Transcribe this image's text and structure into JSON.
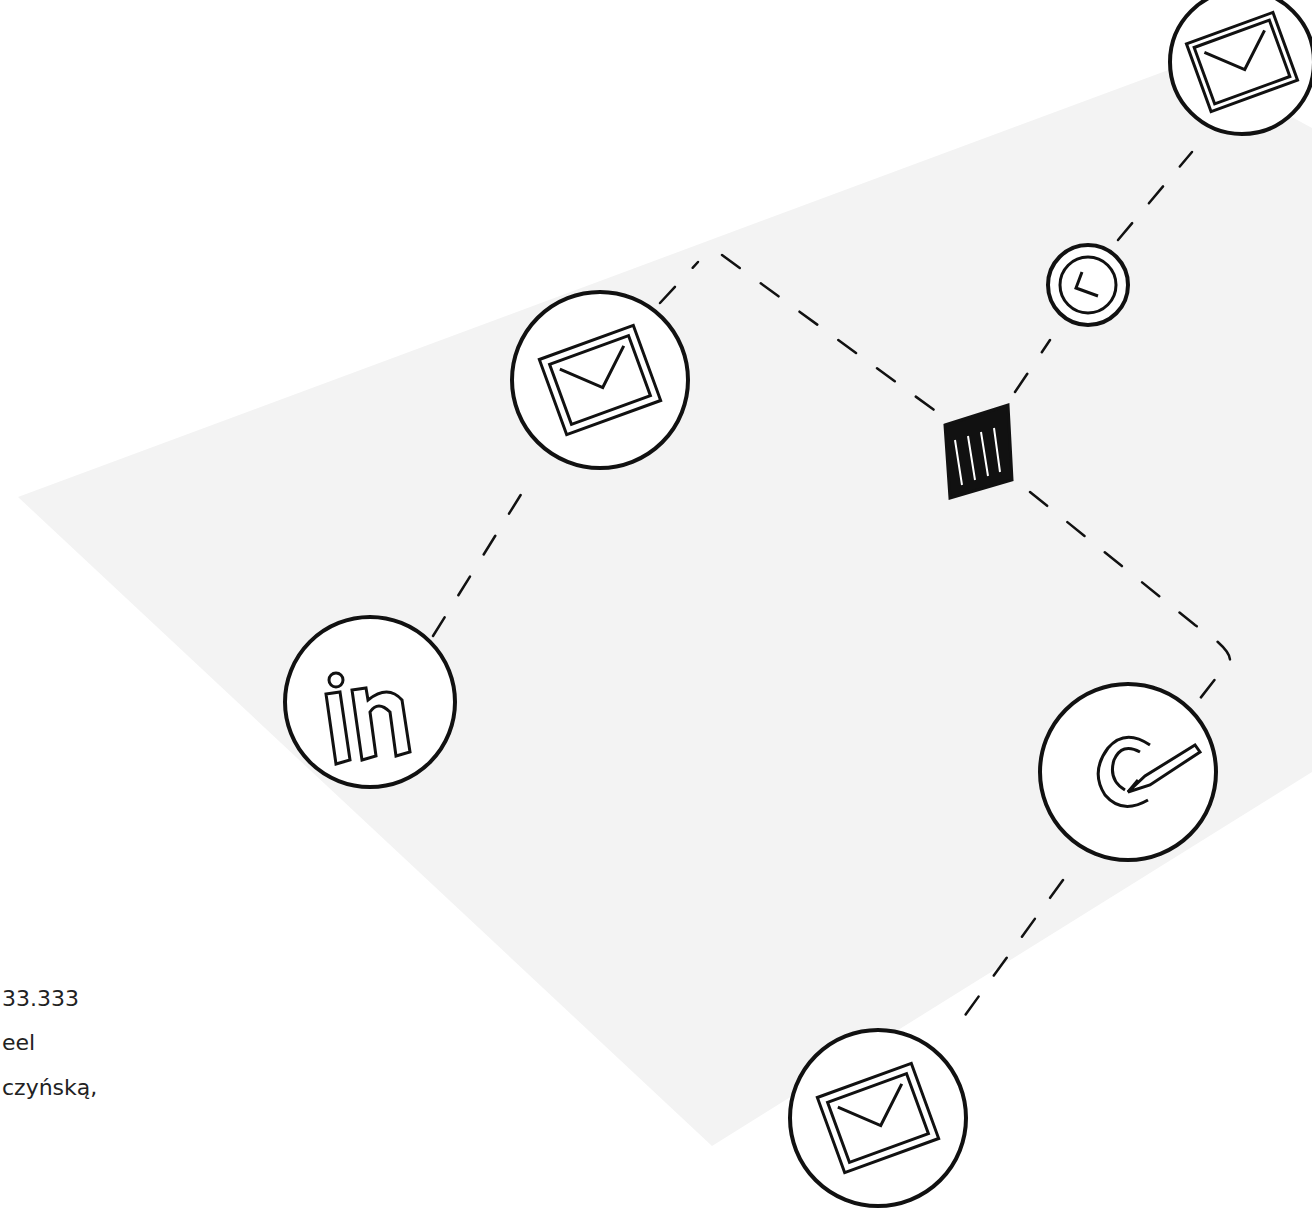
{
  "diagram": {
    "labels": [
      "33.333",
      "eel",
      "czyńską,"
    ]
  }
}
